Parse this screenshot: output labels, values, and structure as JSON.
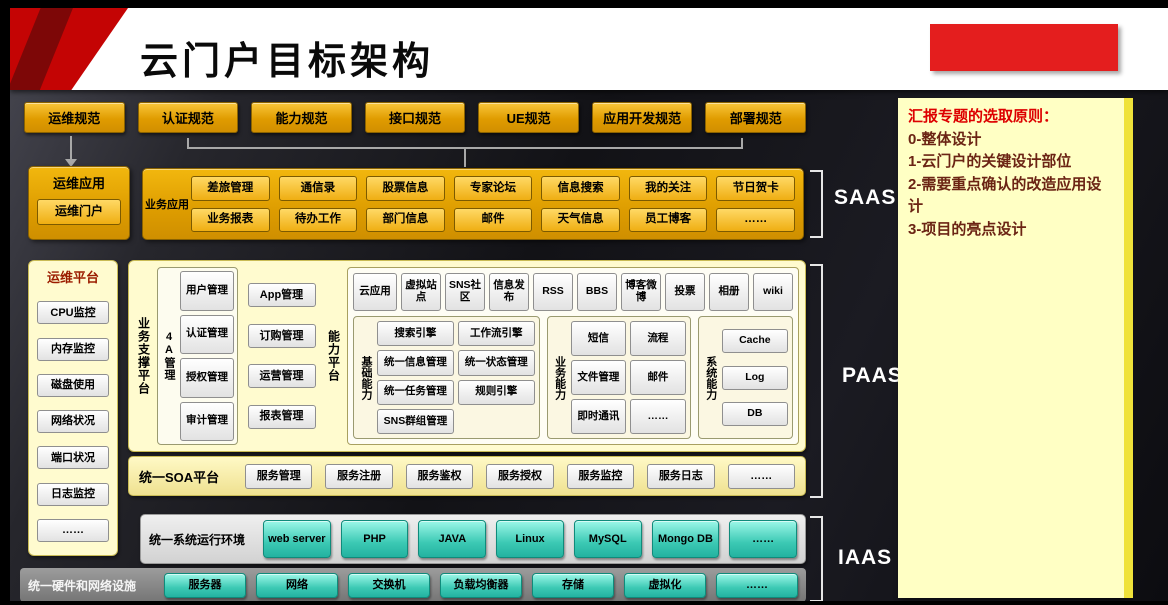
{
  "header": {
    "title": "云门户目标架构"
  },
  "specs": {
    "items": [
      "运维规范",
      "认证规范",
      "能力规范",
      "接口规范",
      "UE规范",
      "应用开发规范",
      "部署规范"
    ]
  },
  "saas": {
    "bracket_label": "SAAS",
    "ops_app": {
      "title": "运维应用",
      "portal_button": "运维门户"
    },
    "business_app": {
      "title": "业务应用",
      "row1": [
        "差旅管理",
        "通信录",
        "股票信息",
        "专家论坛",
        "信息搜索",
        "我的关注",
        "节日贺卡"
      ],
      "row2": [
        "业务报表",
        "待办工作",
        "部门信息",
        "邮件",
        "天气信息",
        "员工博客",
        "……"
      ]
    }
  },
  "paas": {
    "bracket_label": "PAAS",
    "ops_platform": {
      "title": "运维平台",
      "items": [
        "CPU监控",
        "内存监控",
        "磁盘使用",
        "网络状况",
        "端口状况",
        "日志监控",
        "……"
      ]
    },
    "business_support": {
      "title": "业务支撑平台",
      "four_a": {
        "title": "4A管理",
        "items": [
          "用户管理",
          "认证管理",
          "授权管理",
          "审计管理"
        ]
      },
      "mgmt_items": [
        "App管理",
        "订购管理",
        "运营管理",
        "报表管理"
      ]
    },
    "capability_platform": {
      "title": "能力平台",
      "cloud_app_label": "云应用",
      "cloud_apps": [
        "虚拟站点",
        "SNS社区",
        "信息发布",
        "RSS",
        "BBS",
        "博客微博",
        "投票",
        "相册",
        "wiki"
      ],
      "basic": {
        "title": "基础能力",
        "items": [
          "搜索引擎",
          "工作流引擎",
          "统一信息管理",
          "统一状态管理",
          "统一任务管理",
          "规则引擎",
          "SNS群组管理"
        ]
      },
      "business": {
        "title": "业务能力",
        "items": [
          "短信",
          "流程",
          "文件管理",
          "邮件",
          "即时通讯",
          "……"
        ]
      },
      "system": {
        "title": "系统能力",
        "items": [
          "Cache",
          "Log",
          "DB"
        ]
      }
    },
    "soa": {
      "title": "统一SOA平台",
      "items": [
        "服务管理",
        "服务注册",
        "服务鉴权",
        "服务授权",
        "服务监控",
        "服务日志",
        "……"
      ]
    }
  },
  "iaas": {
    "bracket_label": "IAAS",
    "runtime": {
      "title": "统一系统运行环境",
      "items": [
        "web server",
        "PHP",
        "JAVA",
        "Linux",
        "MySQL",
        "Mongo DB",
        "……"
      ]
    },
    "hardware": {
      "title": "统一硬件和网络设施",
      "items": [
        "服务器",
        "网络",
        "交换机",
        "负载均衡器",
        "存储",
        "虚拟化",
        "……"
      ]
    }
  },
  "notes": {
    "title": "汇报专题的选取原则：",
    "items": [
      "0-整体设计",
      "1-云门户的关键设计部位",
      "2-需要重点确认的改造应用设计",
      "3-项目的亮点设计"
    ]
  },
  "colors": {
    "gold": "#E8A317",
    "cyan": "#35C9B8",
    "panel_yellow": "#FFFBD0",
    "accent_red": "#CC0000"
  }
}
